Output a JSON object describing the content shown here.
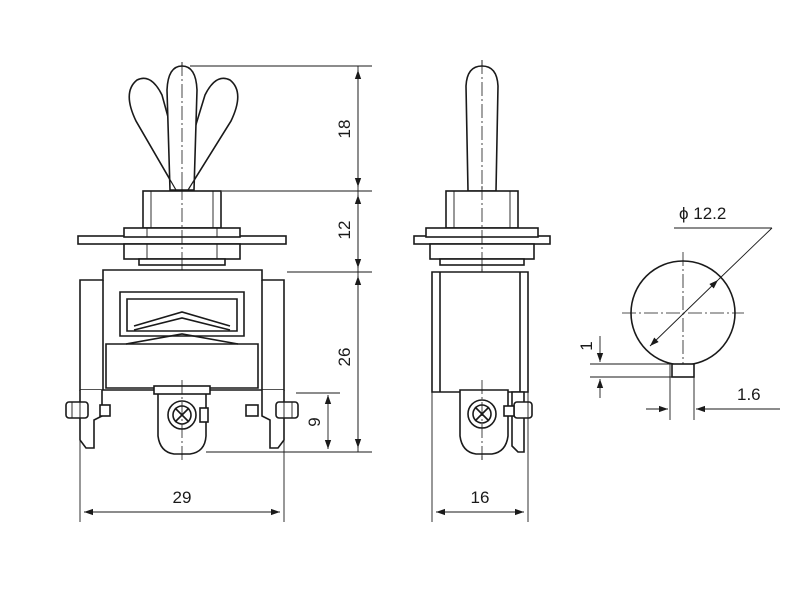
{
  "drawing": {
    "subject": "",
    "dimensions": {
      "lever_height": "18",
      "bushing_height": "12",
      "body_height": "26",
      "terminal_height": "9",
      "front_width": "29",
      "side_width": "16",
      "knob_diameter": "ϕ 12.2",
      "pin_offset": "1",
      "pin_width": "1.6"
    }
  }
}
